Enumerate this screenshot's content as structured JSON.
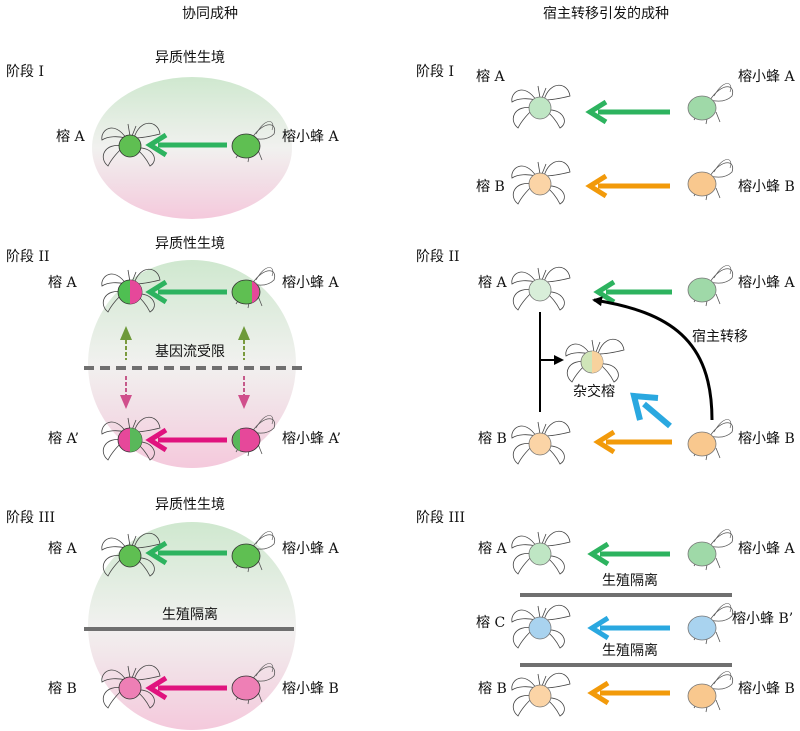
{
  "left": {
    "title": "协同成种",
    "stage1": {
      "label": "阶段 I",
      "env": "异质性生境",
      "fig": "榕 A",
      "wasp": "榕小蜂 A"
    },
    "stage2": {
      "label": "阶段 II",
      "env": "异质性生境",
      "fig_top": "榕 A",
      "wasp_top": "榕小蜂 A",
      "barrier": "基因流受限",
      "fig_bottom": "榕 A’",
      "wasp_bottom": "榕小蜂 A’"
    },
    "stage3": {
      "label": "阶段 III",
      "env": "异质性生境",
      "fig_top": "榕 A",
      "wasp_top": "榕小蜂 A",
      "isolation": "生殖隔离",
      "fig_bottom": "榕 B",
      "wasp_bottom": "榕小蜂 B"
    }
  },
  "right": {
    "title": "宿主转移引发的成种",
    "stage1": {
      "label": "阶段 I",
      "fig_a": "榕 A",
      "wasp_a": "榕小蜂 A",
      "fig_b": "榕 B",
      "wasp_b": "榕小蜂 B"
    },
    "stage2": {
      "label": "阶段 II",
      "fig_a": "榕 A",
      "wasp_a": "榕小蜂 A",
      "host_shift": "宿主转移",
      "hybrid": "杂交榕",
      "fig_b": "榕 B",
      "wasp_b": "榕小蜂 B"
    },
    "stage3": {
      "label": "阶段 III",
      "fig_a": "榕 A",
      "wasp_a": "榕小蜂 A",
      "isolation_1": "生殖隔离",
      "fig_c": "榕 C",
      "wasp_c": "榕小蜂 B’",
      "isolation_2": "生殖隔离",
      "fig_b": "榕 B",
      "wasp_b": "榕小蜂 B"
    }
  },
  "colors": {
    "green": "#2db35f",
    "magenta": "#e0137e",
    "orange": "#f29a0a",
    "blue": "#2aa8e0",
    "gray": "#6f6f6f"
  }
}
